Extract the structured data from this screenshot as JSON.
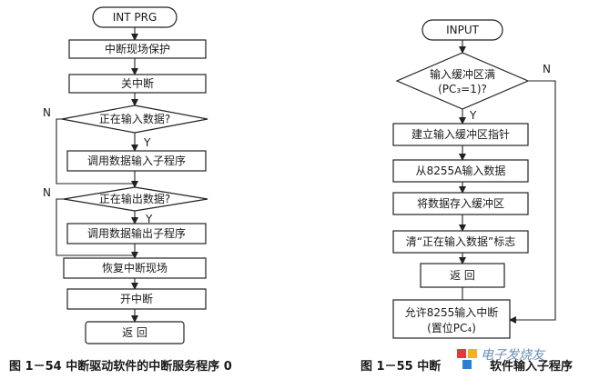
{
  "left_chart": {
    "start": "INT PRG",
    "save_context": "中断现场保护",
    "disable_int": "关中断",
    "decision_input": "正在输入数据?",
    "call_input": "调用数据输入子程序",
    "decision_output": "正在输出数据?",
    "call_output": "调用数据输出子程序",
    "restore_context": "恢复中断现场",
    "enable_int": "开中断",
    "return": "返    回",
    "no_label_1": "N",
    "yes_label_1": "Y",
    "no_label_2": "N",
    "yes_label_2": "Y",
    "caption": "图 1－54    中断驱动软件的中断服务程序 0"
  },
  "right_chart": {
    "start": "INPUT",
    "decision_line1": "输入缓冲区满",
    "decision_line2": "(PC₃=1)?",
    "no_label": "N",
    "yes_label": "Y",
    "set_pointer": "建立输入缓冲区指针",
    "read_8255": "从8255A输入数据",
    "store_buffer": "将数据存入缓冲区",
    "clear_flag": "清“正在输入数据”标志",
    "return": "返    回",
    "allow_int_line1": "允许8255输入中断",
    "allow_int_line2": "(置位PC₄)",
    "caption_left": "图 1－55    中断",
    "caption_right": "软件输入子程序"
  },
  "watermark": "电子发烧友"
}
